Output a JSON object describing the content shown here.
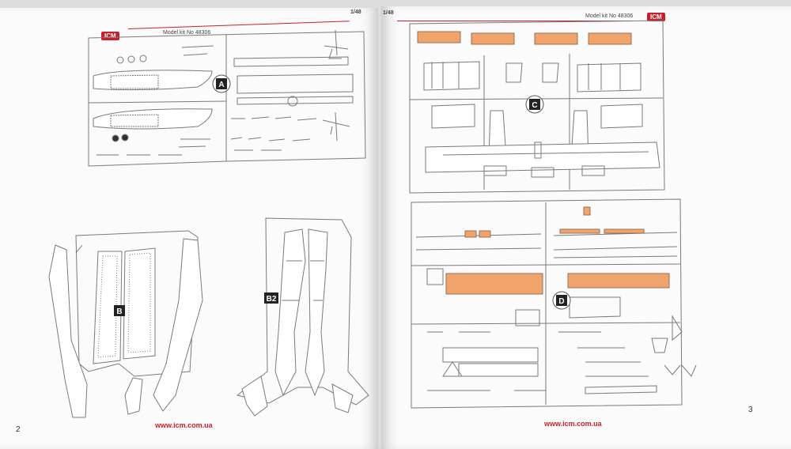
{
  "header": {
    "brand": "ICM",
    "model_label": "Model kit No 48306",
    "scale_left": "1/48",
    "scale_right": "1/48"
  },
  "sprues": {
    "a": "A",
    "b": "B",
    "b2": "B2",
    "c": "C",
    "d": "D"
  },
  "footer": {
    "website_left": "www.icm.com.ua",
    "website_right": "www.icm.com.ua",
    "page_left": "2",
    "page_right": "3"
  },
  "colors": {
    "accent_red": "#c8202a",
    "highlight_orange": "#f0a36a",
    "line_gray": "#7a7a7a"
  }
}
